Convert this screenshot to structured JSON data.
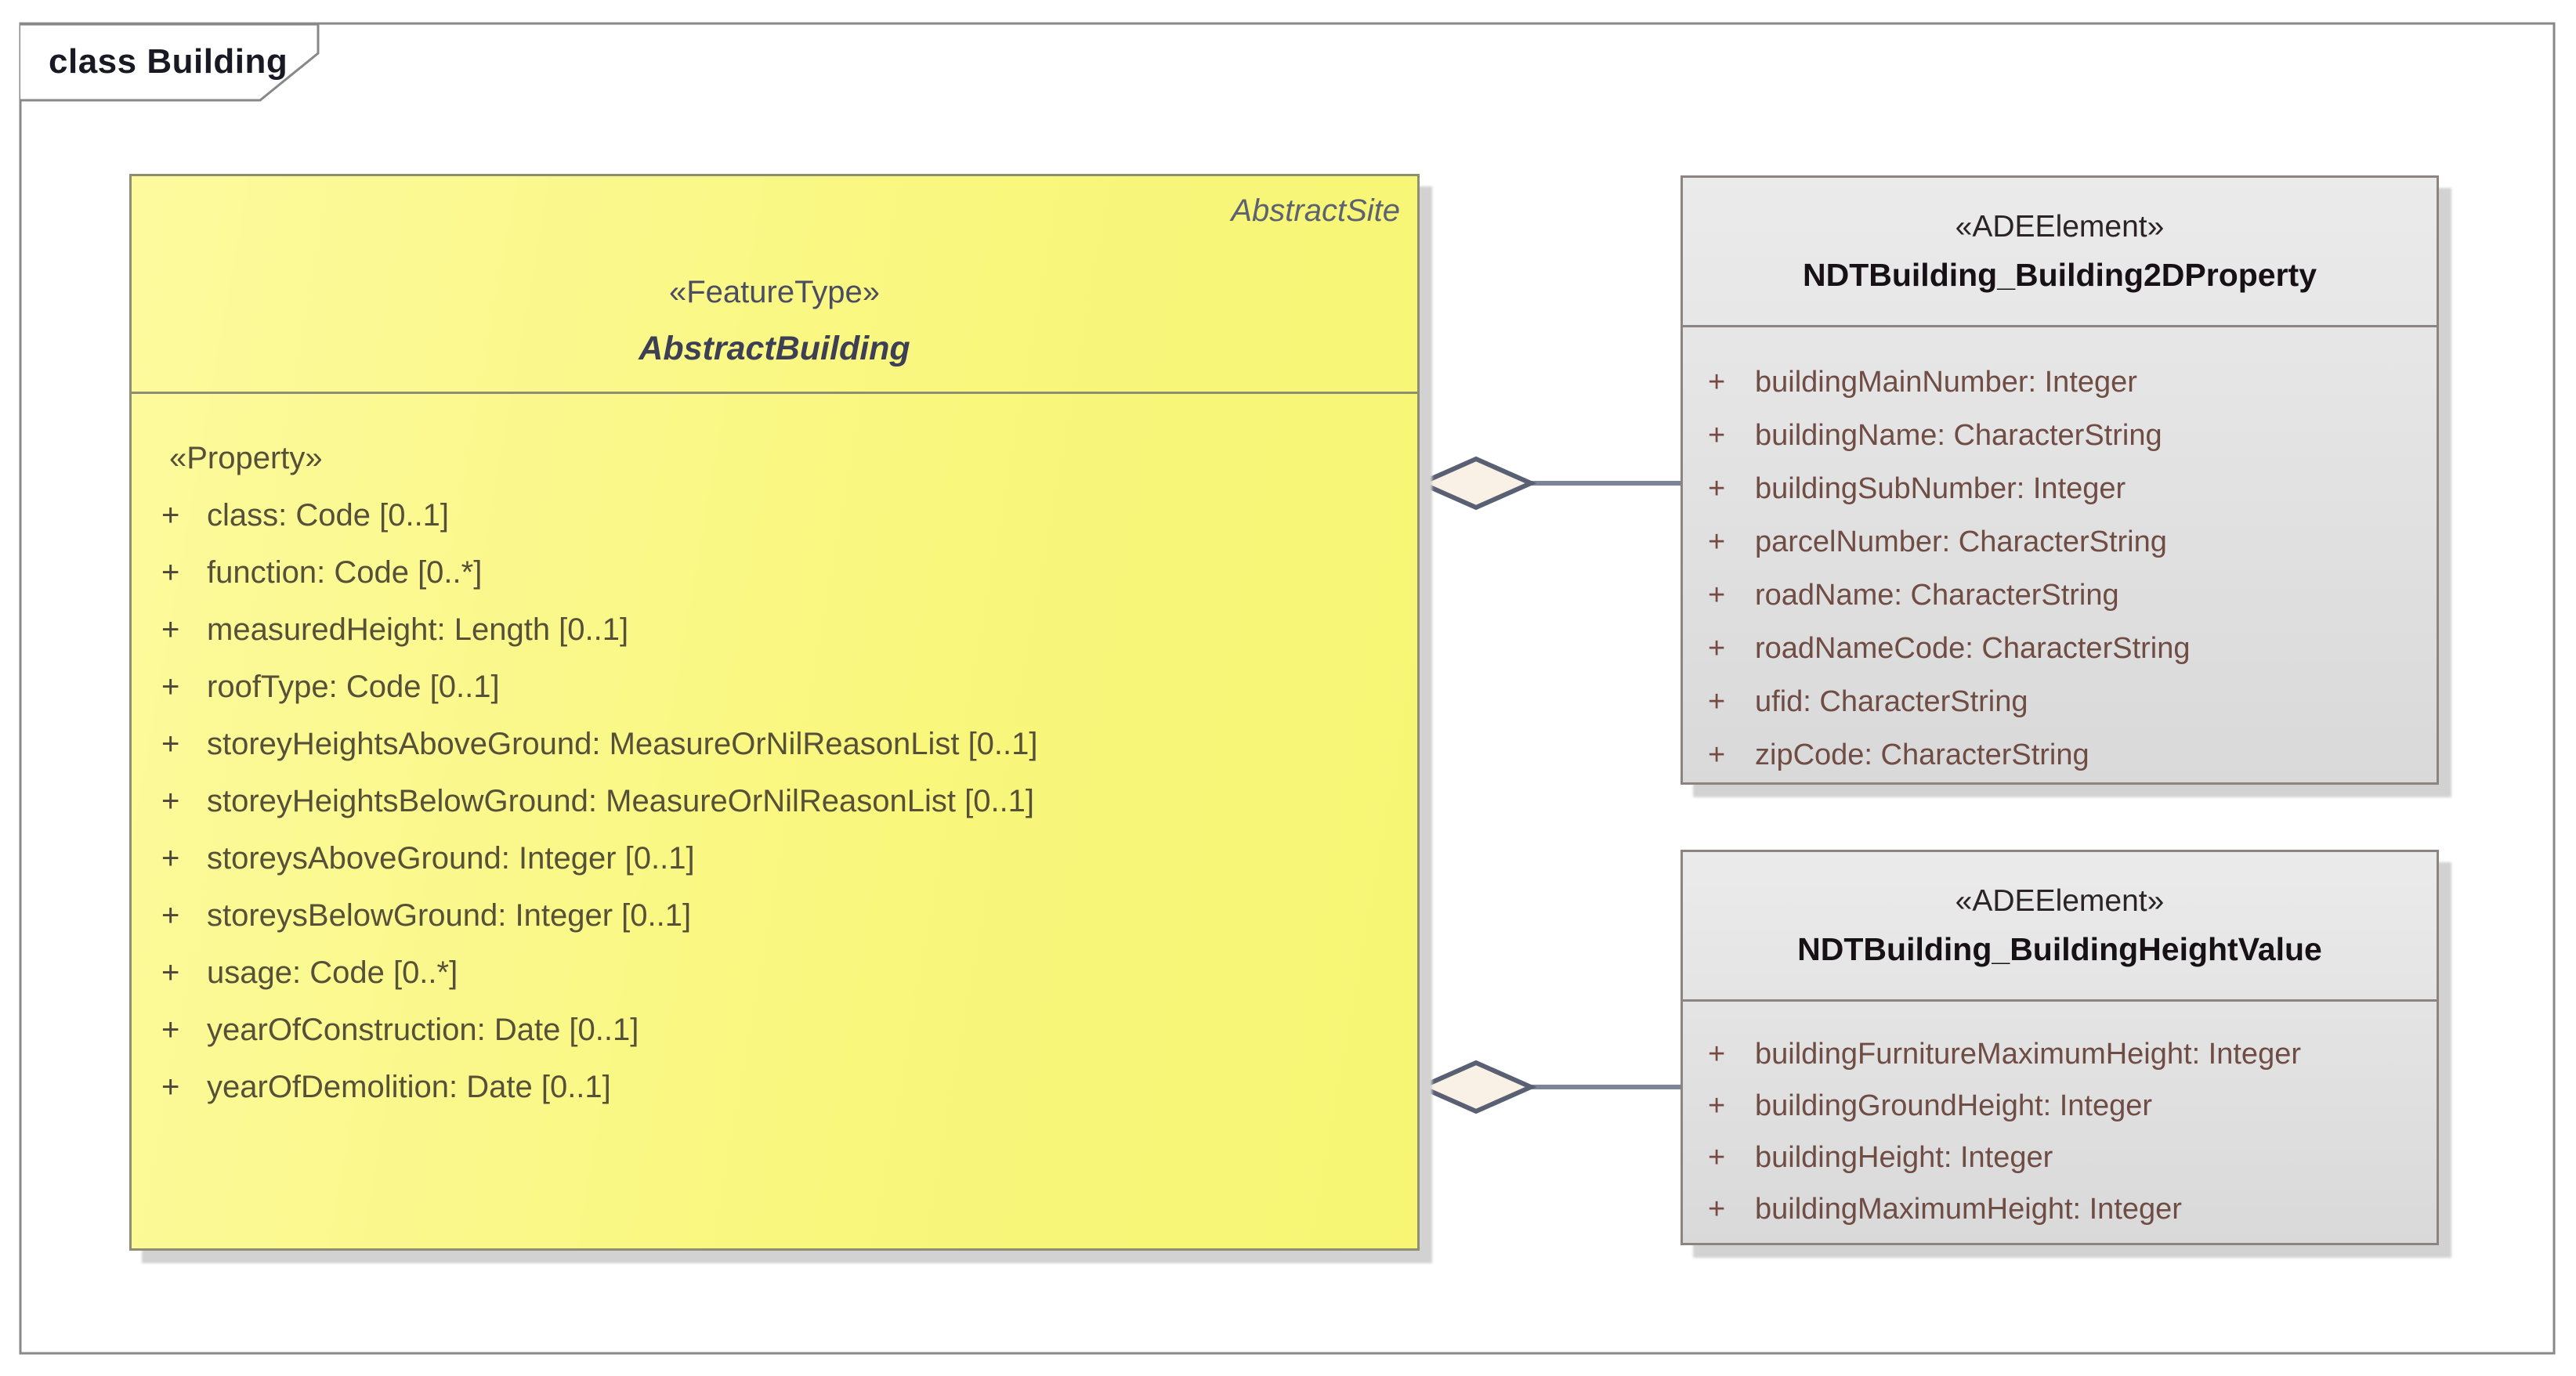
{
  "diagram": {
    "frame_label": "class Building",
    "visibility_symbol": "+",
    "classes": [
      {
        "id": "AbstractBuilding",
        "parent_label": "AbstractSite",
        "stereotype": "«FeatureType»",
        "name": "AbstractBuilding",
        "compartment_label": "«Property»",
        "attributes": [
          "class: Code [0..1]",
          "function: Code [0..*]",
          "measuredHeight: Length [0..1]",
          "roofType: Code [0..1]",
          "storeyHeightsAboveGround: MeasureOrNilReasonList [0..1]",
          "storeyHeightsBelowGround: MeasureOrNilReasonList [0..1]",
          "storeysAboveGround: Integer [0..1]",
          "storeysBelowGround: Integer [0..1]",
          "usage: Code [0..*]",
          "yearOfConstruction: Date [0..1]",
          "yearOfDemolition: Date [0..1]"
        ]
      },
      {
        "id": "NDTBuilding_Building2DProperty",
        "stereotype": "«ADEElement»",
        "name": "NDTBuilding_Building2DProperty",
        "attributes": [
          "buildingMainNumber: Integer",
          "buildingName: CharacterString",
          "buildingSubNumber: Integer",
          "parcelNumber: CharacterString",
          "roadName: CharacterString",
          "roadNameCode: CharacterString",
          "ufid: CharacterString",
          "zipCode: CharacterString"
        ]
      },
      {
        "id": "NDTBuilding_BuildingHeightValue",
        "stereotype": "«ADEElement»",
        "name": "NDTBuilding_BuildingHeightValue",
        "attributes": [
          "buildingFurnitureMaximumHeight: Integer",
          "buildingGroundHeight: Integer",
          "buildingHeight: Integer",
          "buildingMaximumHeight: Integer"
        ]
      }
    ],
    "connectors": [
      {
        "type": "aggregation",
        "from": "AbstractBuilding",
        "to": "NDTBuilding_Building2DProperty"
      },
      {
        "type": "aggregation",
        "from": "AbstractBuilding",
        "to": "NDTBuilding_BuildingHeightValue"
      }
    ],
    "colors": {
      "class_fill_yellow": "#f9f77c",
      "class_border_yellow": "#8e8e73",
      "class_fill_gray": "#e2e2e2",
      "class_border_gray": "#8d8481",
      "attr_text_yellow_box": "#565039",
      "attr_text_gray_box": "#6f4c44",
      "name_text": "#3d3f55",
      "connector_line": "#7c8498",
      "diamond_fill": "#f9f1e5",
      "diamond_stroke": "#5a6074",
      "frame_border": "#888888"
    }
  }
}
